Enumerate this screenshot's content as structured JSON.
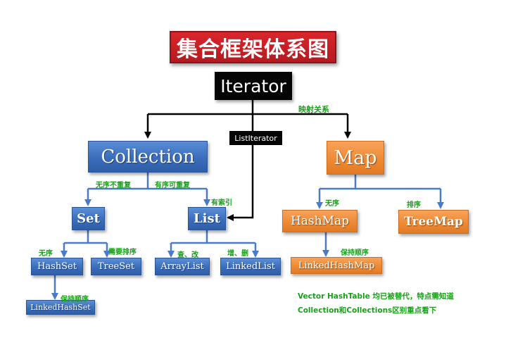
{
  "title": "集合框架体系图",
  "nodes": {
    "iterator": "Iterator",
    "list_iterator": "ListIterator",
    "collection": "Collection",
    "map": "Map",
    "set": "Set",
    "list": "List",
    "hash_map": "HashMap",
    "tree_map": "TreeMap",
    "hash_set": "HashSet",
    "tree_set": "TreeSet",
    "array_list": "ArrayList",
    "linked_list": "LinkedList",
    "linked_hash_map": "LinkedHashMap",
    "linked_hash_set": "LinkedHashSet"
  },
  "labels": {
    "mapping": "映射关系",
    "unordered_unique": "无序不重复",
    "ordered_repeatable": "有序可重复",
    "indexed": "有索引",
    "map_unordered": "无序",
    "map_sorted": "排序",
    "set_unordered": "无序",
    "needs_sorting": "需要排序",
    "query_modify": "查、改",
    "add_delete": "增、删",
    "keep_order_map": "保持顺序",
    "keep_order_set": "保持顺序"
  },
  "notes": {
    "line1": "Vector HashTable 均已被替代，特点需知道",
    "line2": "Collection和Collections区别重点看下"
  },
  "colors": {
    "title_red": "#c41e24",
    "node_blue": "#3a6dbb",
    "node_orange": "#ee8a35",
    "connector_blue": "#4a7bc8",
    "connector_orange": "#ee8a35",
    "label_green": "#19a019"
  }
}
